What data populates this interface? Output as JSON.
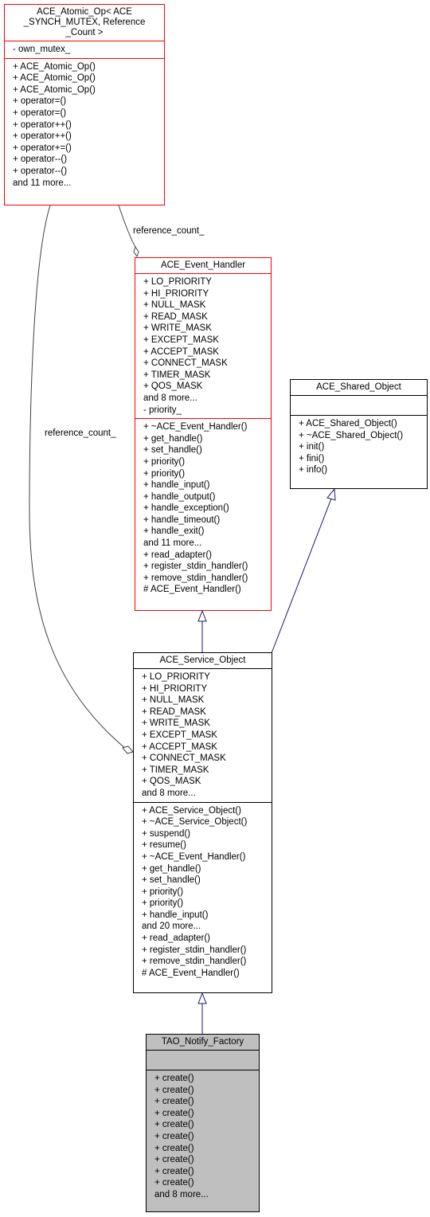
{
  "nodes": {
    "atomic_op": {
      "title": [
        "ACE_Atomic_Op< ACE",
        "_SYNCH_MUTEX, Reference",
        "_Count >"
      ],
      "attributes": [
        "- own_mutex_"
      ],
      "operations": [
        "+ ACE_Atomic_Op()",
        "+ ACE_Atomic_Op()",
        "+ ACE_Atomic_Op()",
        "+ operator=()",
        "+ operator=()",
        "+ operator++()",
        "+ operator++()",
        "+ operator+=()",
        "+ operator--()",
        "+ operator--()",
        "and 11 more..."
      ]
    },
    "event_handler": {
      "title": [
        "ACE_Event_Handler"
      ],
      "attributes": [
        "+ LO_PRIORITY",
        "+ HI_PRIORITY",
        "+ NULL_MASK",
        "+ READ_MASK",
        "+ WRITE_MASK",
        "+ EXCEPT_MASK",
        "+ ACCEPT_MASK",
        "+ CONNECT_MASK",
        "+ TIMER_MASK",
        "+ QOS_MASK",
        "and 8 more...",
        "- priority_"
      ],
      "operations": [
        "+ ~ACE_Event_Handler()",
        "+ get_handle()",
        "+ set_handle()",
        "+ priority()",
        "+ priority()",
        "+ handle_input()",
        "+ handle_output()",
        "+ handle_exception()",
        "+ handle_timeout()",
        "+ handle_exit()",
        "and 11 more...",
        "+ read_adapter()",
        "+ register_stdin_handler()",
        "+ remove_stdin_handler()",
        "# ACE_Event_Handler()"
      ]
    },
    "shared_object": {
      "title": [
        "ACE_Shared_Object"
      ],
      "attributes": [],
      "operations": [
        "+ ACE_Shared_Object()",
        "+ ~ACE_Shared_Object()",
        "+ init()",
        "+ fini()",
        "+ info()"
      ]
    },
    "service_object": {
      "title": [
        "ACE_Service_Object"
      ],
      "attributes": [
        "+ LO_PRIORITY",
        "+ HI_PRIORITY",
        "+ NULL_MASK",
        "+ READ_MASK",
        "+ WRITE_MASK",
        "+ EXCEPT_MASK",
        "+ ACCEPT_MASK",
        "+ CONNECT_MASK",
        "+ TIMER_MASK",
        "+ QOS_MASK",
        "and 8 more..."
      ],
      "operations": [
        "+ ACE_Service_Object()",
        "+ ~ACE_Service_Object()",
        "+ suspend()",
        "+ resume()",
        "+ ~ACE_Event_Handler()",
        "+ get_handle()",
        "+ set_handle()",
        "+ priority()",
        "+ priority()",
        "+ handle_input()",
        "and 20 more...",
        "+ read_adapter()",
        "+ register_stdin_handler()",
        "+ remove_stdin_handler()",
        "# ACE_Event_Handler()"
      ]
    },
    "notify_factory": {
      "title": [
        "TAO_Notify_Factory"
      ],
      "attributes": [],
      "operations": [
        "+ create()",
        "+ create()",
        "+ create()",
        "+ create()",
        "+ create()",
        "+ create()",
        "+ create()",
        "+ create()",
        "+ create()",
        "+ create()",
        "and 8 more..."
      ]
    }
  },
  "edge_labels": {
    "ref_count_event_handler": "reference_count_",
    "ref_count_service_object": "reference_count_"
  },
  "colors": {
    "class_border_highlight": "#ff0000",
    "inheritance_edge": "#191970",
    "composition_edge": "#404040",
    "focus_fill": "#bfbfbf"
  }
}
